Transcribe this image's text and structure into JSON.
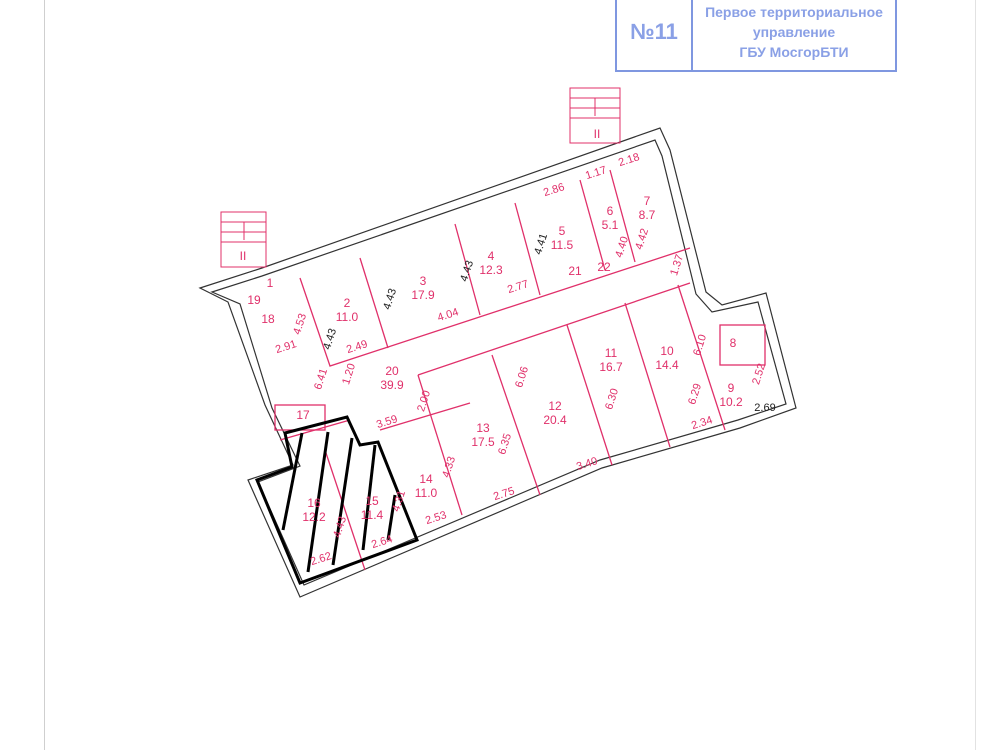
{
  "stamp": {
    "number": "№11",
    "line1": "Первое территориальное",
    "line2": "управление",
    "line3": "ГБУ МосгорБТИ"
  },
  "stairs": [
    "II",
    "II"
  ],
  "rooms": [
    {
      "number": "1",
      "area": ""
    },
    {
      "number": "2",
      "area": "11.0"
    },
    {
      "number": "3",
      "area": "17.9"
    },
    {
      "number": "4",
      "area": "12.3"
    },
    {
      "number": "5",
      "area": "11.5"
    },
    {
      "number": "6",
      "area": "5.1"
    },
    {
      "number": "7",
      "area": "8.7"
    },
    {
      "number": "8",
      "area": ""
    },
    {
      "number": "9",
      "area": "10.2"
    },
    {
      "number": "10",
      "area": "14.4"
    },
    {
      "number": "11",
      "area": "16.7"
    },
    {
      "number": "12",
      "area": "20.4"
    },
    {
      "number": "13",
      "area": "17.5"
    },
    {
      "number": "14",
      "area": "11.0"
    },
    {
      "number": "15",
      "area": "11.4"
    },
    {
      "number": "16",
      "area": "12.2"
    },
    {
      "number": "17",
      "area": ""
    },
    {
      "number": "18",
      "area": ""
    },
    {
      "number": "19",
      "area": ""
    },
    {
      "number": "20",
      "area": "39.9"
    },
    {
      "number": "21",
      "area": ""
    },
    {
      "number": "22",
      "area": ""
    }
  ],
  "dimensions": [
    "4.53",
    "4.43",
    "2.49",
    "4.43",
    "4.04",
    "4.43",
    "2.77",
    "4.41",
    "2.86",
    "1.17",
    "2.18",
    "4.40",
    "4.42",
    "1.37",
    "6.10",
    "6.29",
    "2.52",
    "2.69",
    "2.34",
    "6.30",
    "6.06",
    "6.35",
    "3.40",
    "2.75",
    "2.53",
    "4.33",
    "4.31",
    "2.64",
    "2.62",
    "4.43",
    "3.59",
    "2.00",
    "6.41",
    "1.20",
    "2.91"
  ],
  "colors": {
    "plan_red": "#e0306a",
    "wall": "#333333",
    "stamp_blue": "#7f97e0"
  }
}
